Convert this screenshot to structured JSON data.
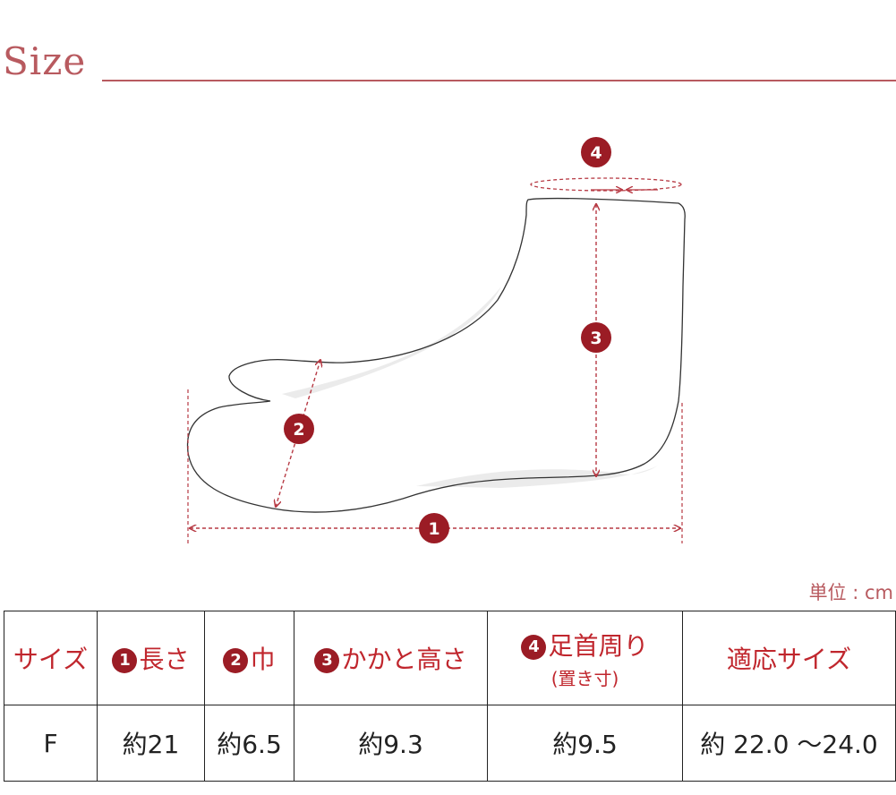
{
  "title": "Size",
  "unit_label": "単位 : cm",
  "markers": [
    "1",
    "2",
    "3",
    "4"
  ],
  "table": {
    "headers": [
      {
        "badge": "",
        "label": "サイズ",
        "sub": ""
      },
      {
        "badge": "1",
        "label": "長さ",
        "sub": ""
      },
      {
        "badge": "2",
        "label": "巾",
        "sub": ""
      },
      {
        "badge": "3",
        "label": "かかと高さ",
        "sub": ""
      },
      {
        "badge": "4",
        "label": "足首周り",
        "sub": "(置き寸)"
      },
      {
        "badge": "",
        "label": "適応サイズ",
        "sub": ""
      }
    ],
    "row": [
      "F",
      "約21",
      "約6.5",
      "約9.3",
      "約9.5",
      "約 22.0 ～24.0"
    ]
  },
  "colors": {
    "accent": "#b85a5f",
    "header_text": "#c0262d",
    "badge": "#9b1c25",
    "measure_line": "#b73a44"
  }
}
